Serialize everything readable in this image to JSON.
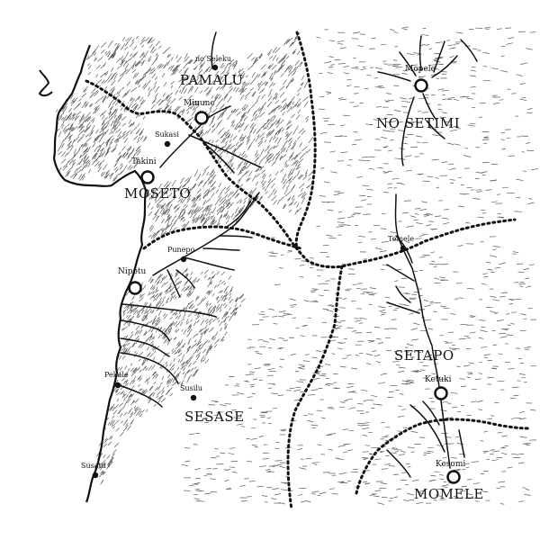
{
  "map": {
    "colors": {
      "ink": "#111111",
      "paper": "#ffffff",
      "hatch": "#5a5a5a"
    },
    "cities": [
      {
        "id": "mopele",
        "name": "Mopele"
      },
      {
        "id": "minune",
        "name": "Minune"
      },
      {
        "id": "takini",
        "name": "Takini"
      },
      {
        "id": "nipotu",
        "name": "Nipotu"
      },
      {
        "id": "ketuki",
        "name": "Ketuki"
      },
      {
        "id": "kesomi",
        "name": "Kesomi"
      }
    ],
    "towns": [
      {
        "id": "no-seleku",
        "name": "no Seleku"
      },
      {
        "id": "sukasi",
        "name": "Sukasi"
      },
      {
        "id": "punepo",
        "name": "Punepo"
      },
      {
        "id": "pekale",
        "name": "Pekale"
      },
      {
        "id": "susilu",
        "name": "Susilu"
      },
      {
        "id": "susatu",
        "name": "Susatu"
      },
      {
        "id": "temele",
        "name": "Temele"
      }
    ],
    "regions": [
      {
        "id": "pamalu",
        "name": "PAMALU"
      },
      {
        "id": "no-setimi",
        "name": "NO SETIMI"
      },
      {
        "id": "moseto",
        "name": "MOSETO"
      },
      {
        "id": "setapo",
        "name": "SETAPO"
      },
      {
        "id": "sesase",
        "name": "SESASE"
      },
      {
        "id": "momele",
        "name": "MOMELE"
      }
    ]
  }
}
